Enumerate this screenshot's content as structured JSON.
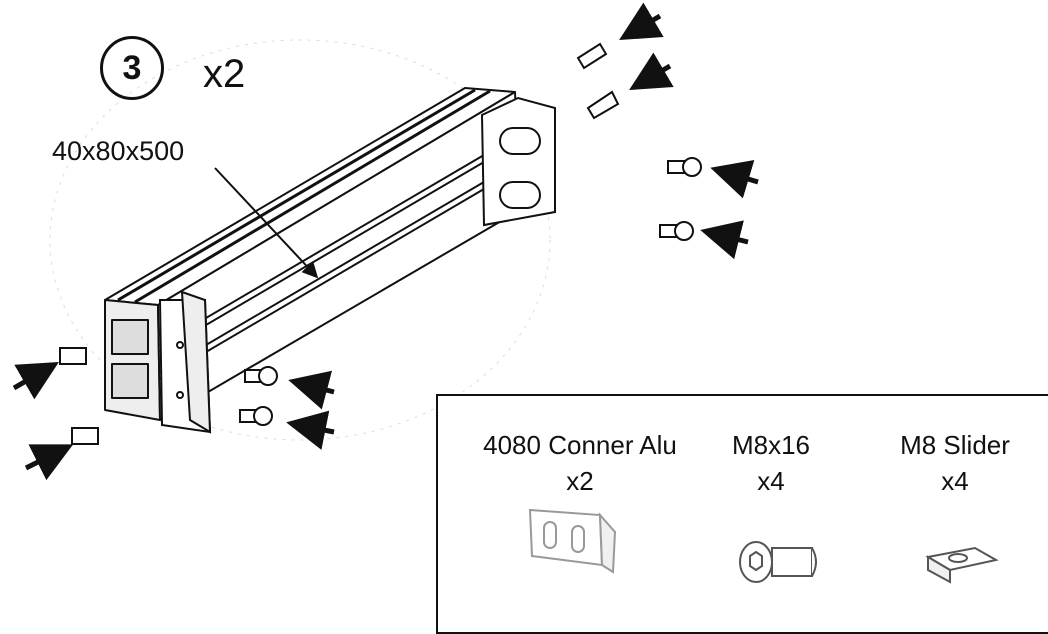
{
  "step": {
    "number": "3",
    "quantity": "x2"
  },
  "profile": {
    "dimension_label": "40x80x500"
  },
  "parts": [
    {
      "name": "4080 Conner Alu",
      "quantity": "x2",
      "icon": "corner-bracket-icon"
    },
    {
      "name": "M8x16",
      "quantity": "x4",
      "icon": "hex-bolt-icon"
    },
    {
      "name": "M8 Slider",
      "quantity": "x4",
      "icon": "t-slot-nut-icon"
    }
  ]
}
